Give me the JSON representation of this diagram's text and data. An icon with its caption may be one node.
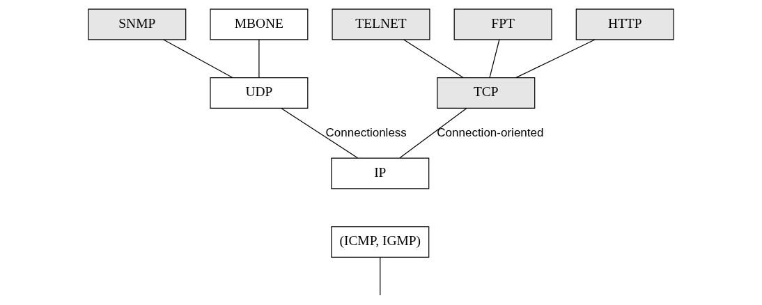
{
  "diagram": {
    "nodes": [
      {
        "text": [
          "FPT"
        ]
      },
      {
        "text": [
          "HTTP"
        ]
      },
      {
        "text": [
          "TELNET"
        ]
      },
      {
        "text": [
          "SNMP"
        ]
      },
      {
        "text": [
          "MBONE"
        ]
      },
      {
        "text": [
          "TCP"
        ]
      },
      {
        "text": [
          "UDP"
        ]
      },
      {
        "text": [
          "IP"
        ]
      },
      {
        "text": [
          "(ICMP, IGMP)"
        ]
      }
    ],
    "edges": [
      {
        "from": 0,
        "to": 5,
        "arrow": "none"
      },
      {
        "from": 1,
        "to": 5,
        "arrow": "none"
      },
      {
        "from": 2,
        "to": 5,
        "arrow": "none"
      },
      {
        "from": 3,
        "to": 6,
        "arrow": "none"
      },
      {
        "from": 4,
        "to": 6,
        "arrow": "none"
      },
      {
        "from": 5,
        "to": 7,
        "arrow": "none",
        "label": "Connection-oriented"
      },
      {
        "from": 6,
        "to": 7,
        "arrow": "none",
        "label": "Connectionless"
      },
      {
        "from": 8,
        "to": null,
        "arrow": "none"
      }
    ]
  }
}
